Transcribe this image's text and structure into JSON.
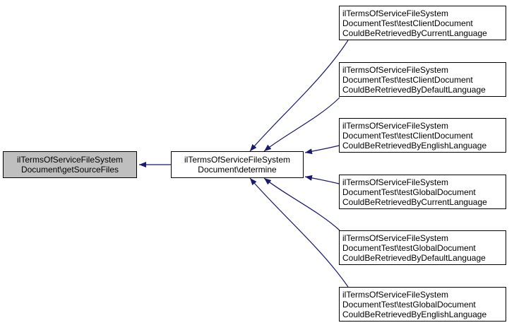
{
  "diagram": {
    "type": "doxygen-caller-graph",
    "colors": {
      "edge": "#191970",
      "node-border": "#000000",
      "node-fill": "#ffffff",
      "node-highlight-fill": "#bfbfbf",
      "text": "#000000",
      "background": "#ffffff"
    },
    "nodes": {
      "source": {
        "lines": [
          "ilTermsOfServiceFileSystem",
          "Document\\getSourceFiles"
        ],
        "highlighted": true
      },
      "hub": {
        "lines": [
          "ilTermsOfServiceFileSystem",
          "Document\\determine"
        ],
        "highlighted": false
      },
      "callers": [
        {
          "lines": [
            "ilTermsOfServiceFileSystem",
            "DocumentTest\\testClientDocument",
            "CouldBeRetrievedByCurrentLanguage"
          ]
        },
        {
          "lines": [
            "ilTermsOfServiceFileSystem",
            "DocumentTest\\testClientDocument",
            "CouldBeRetrievedByDefaultLanguage"
          ]
        },
        {
          "lines": [
            "ilTermsOfServiceFileSystem",
            "DocumentTest\\testClientDocument",
            "CouldBeRetrievedByEnglishLanguage"
          ]
        },
        {
          "lines": [
            "ilTermsOfServiceFileSystem",
            "DocumentTest\\testGlobalDocument",
            "CouldBeRetrievedByCurrentLanguage"
          ]
        },
        {
          "lines": [
            "ilTermsOfServiceFileSystem",
            "DocumentTest\\testGlobalDocument",
            "CouldBeRetrievedByDefaultLanguage"
          ]
        },
        {
          "lines": [
            "ilTermsOfServiceFileSystem",
            "DocumentTest\\testGlobalDocument",
            "CouldBeRetrievedByEnglishLanguage"
          ]
        }
      ]
    },
    "edges": [
      {
        "from": "Document\\determine",
        "to": "Document\\getSourceFiles"
      },
      {
        "from": "DocumentTest\\testClientDocumentCouldBeRetrievedByCurrentLanguage",
        "to": "Document\\determine"
      },
      {
        "from": "DocumentTest\\testClientDocumentCouldBeRetrievedByDefaultLanguage",
        "to": "Document\\determine"
      },
      {
        "from": "DocumentTest\\testClientDocumentCouldBeRetrievedByEnglishLanguage",
        "to": "Document\\determine"
      },
      {
        "from": "DocumentTest\\testGlobalDocumentCouldBeRetrievedByCurrentLanguage",
        "to": "Document\\determine"
      },
      {
        "from": "DocumentTest\\testGlobalDocumentCouldBeRetrievedByDefaultLanguage",
        "to": "Document\\determine"
      },
      {
        "from": "DocumentTest\\testGlobalDocumentCouldBeRetrievedByEnglishLanguage",
        "to": "Document\\determine"
      }
    ]
  }
}
